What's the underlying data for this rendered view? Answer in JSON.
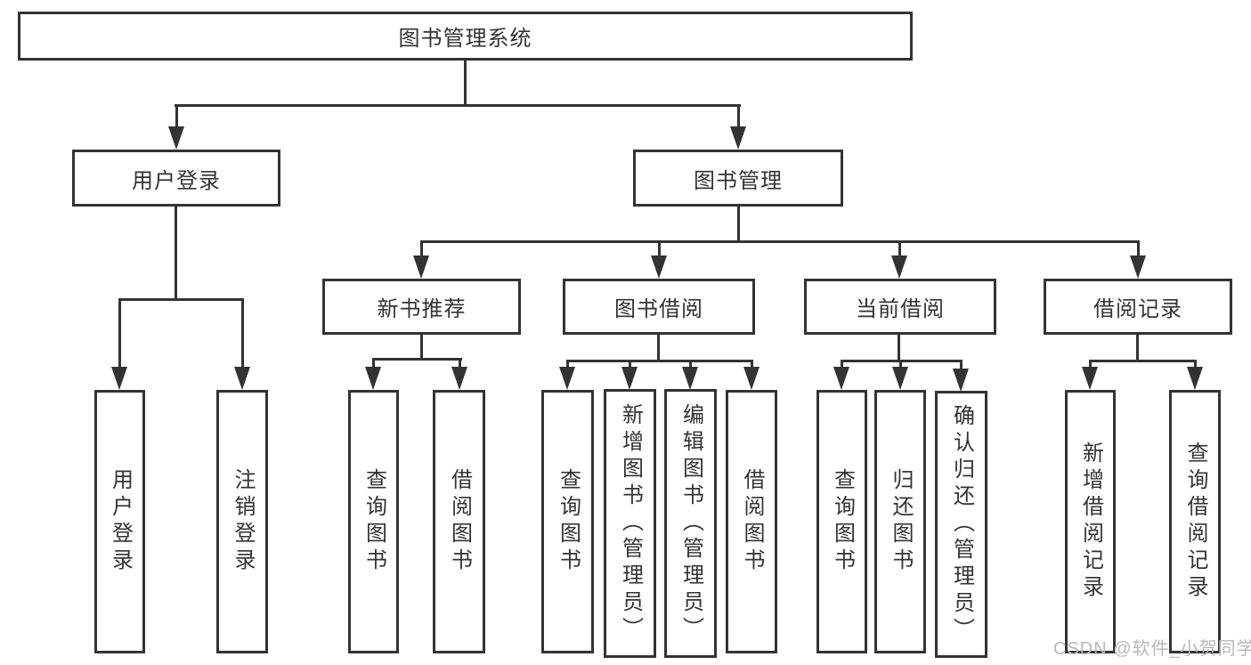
{
  "diagram": {
    "root": "图书管理系统",
    "branches": {
      "user_login": {
        "label": "用户登录",
        "children": [
          {
            "label": "用户登录"
          },
          {
            "label": "注销登录"
          }
        ]
      },
      "book_mgmt": {
        "label": "图书管理",
        "groups": [
          {
            "label": "新书推荐",
            "children": [
              {
                "label": "查询图书"
              },
              {
                "label": "借阅图书"
              }
            ]
          },
          {
            "label": "图书借阅",
            "children": [
              {
                "label": "查询图书"
              },
              {
                "label": "新增图书（管理员）"
              },
              {
                "label": "编辑图书（管理员）"
              },
              {
                "label": "借阅图书"
              }
            ]
          },
          {
            "label": "当前借阅",
            "children": [
              {
                "label": "查询图书"
              },
              {
                "label": "归还图书"
              },
              {
                "label": "确认归还（管理员）"
              }
            ]
          },
          {
            "label": "借阅记录",
            "children": [
              {
                "label": "新增借阅记录"
              },
              {
                "label": "查询借阅记录"
              }
            ]
          }
        ]
      }
    }
  },
  "watermark": {
    "text": "CSDN @软件_小贺同学"
  },
  "colors": {
    "line": "#333333",
    "text": "#333333",
    "background": "#ffffff",
    "watermark": "#b8b8b8"
  }
}
